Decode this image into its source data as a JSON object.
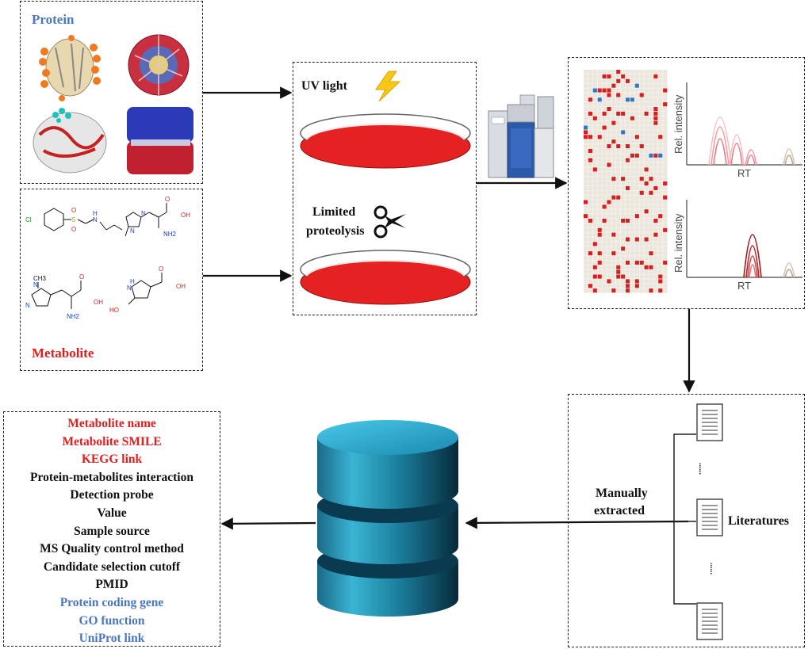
{
  "colors": {
    "red": "#e02020",
    "blue": "#4a78c0",
    "black": "#111111",
    "dish": "#e52222",
    "cylinder": "#1f8fb0",
    "heat_red": "#d42020",
    "heat_blue": "#2e78c8"
  },
  "protein_box": {
    "label": "Protein"
  },
  "metabolite_box": {
    "label": "Metabolite",
    "atoms": [
      "Cl",
      "S",
      "O",
      "O",
      "N",
      "H",
      "N",
      "N",
      "O",
      "OH",
      "NH2",
      "CH3",
      "N",
      "N",
      "O",
      "OH",
      "NH2",
      "H",
      "N",
      "O",
      "OH",
      "HO"
    ]
  },
  "experiment_box": {
    "uv_label": "UV light",
    "lp_label_1": "Limited",
    "lp_label_2": "proteolysis",
    "icons": [
      "lightning-icon",
      "scissors-icon"
    ]
  },
  "ms_box": {
    "plot_top_ylabel": "Rel. intensity",
    "plot_top_xlabel": "RT",
    "plot_bottom_ylabel": "Rel. intensity",
    "plot_bottom_xlabel": "RT"
  },
  "literature_box": {
    "method_line1": "Manually",
    "method_line2": "extracted",
    "literatures_label": "Literatures",
    "ellipsis": "......",
    "icons": [
      "document-icon"
    ]
  },
  "database": {
    "icon": "database-cylinder-icon"
  },
  "fields": [
    {
      "text": "Metabolite name",
      "group": "metabolite"
    },
    {
      "text": "Metabolite SMILE",
      "group": "metabolite"
    },
    {
      "text": "KEGG link",
      "group": "metabolite"
    },
    {
      "text": "Protein-metabolites interaction",
      "group": "interaction"
    },
    {
      "text": "Detection probe",
      "group": "interaction"
    },
    {
      "text": "Value",
      "group": "interaction"
    },
    {
      "text": "Sample source",
      "group": "interaction"
    },
    {
      "text": "MS Quality control method",
      "group": "interaction"
    },
    {
      "text": "Candidate selection cutoff",
      "group": "interaction"
    },
    {
      "text": "PMID",
      "group": "interaction"
    },
    {
      "text": "Protein coding gene",
      "group": "protein"
    },
    {
      "text": "GO function",
      "group": "protein"
    },
    {
      "text": "UniProt link",
      "group": "protein"
    }
  ]
}
